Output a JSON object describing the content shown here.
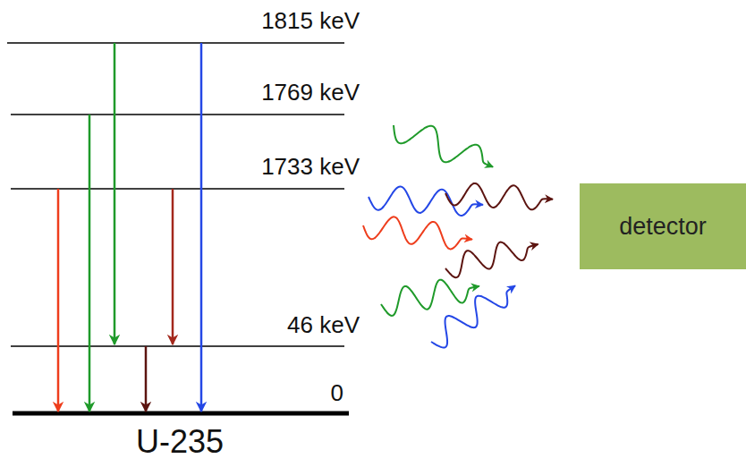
{
  "diagram": {
    "nodes": [
      {
        "text": [
          "detector"
        ]
      }
    ],
    "labels": [
      "1815 keV",
      "1769 keV",
      "1733 keV",
      "46 keV",
      "0",
      "U-235"
    ]
  }
}
